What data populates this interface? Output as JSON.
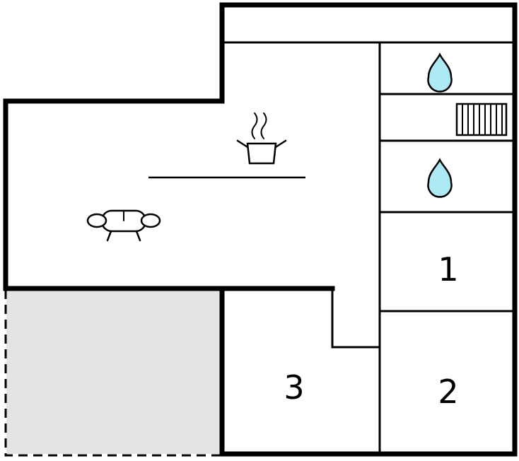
{
  "plan": {
    "type": "floor-plan",
    "rooms": [
      {
        "id": "room-1",
        "label": "1"
      },
      {
        "id": "room-2",
        "label": "2"
      },
      {
        "id": "room-3",
        "label": "3"
      }
    ],
    "colors": {
      "wall": "#000000",
      "background": "#ffffff",
      "terrace_fill": "#e4e4e4",
      "water_drop_fill": "#aeeaf4",
      "icon_stroke": "#000000"
    },
    "icons": [
      {
        "name": "water-drop-icon-1"
      },
      {
        "name": "water-drop-icon-2"
      },
      {
        "name": "radiator-icon"
      },
      {
        "name": "stove-pot-icon"
      },
      {
        "name": "steam-icon"
      },
      {
        "name": "table-icon"
      },
      {
        "name": "sofa-icon"
      }
    ]
  }
}
